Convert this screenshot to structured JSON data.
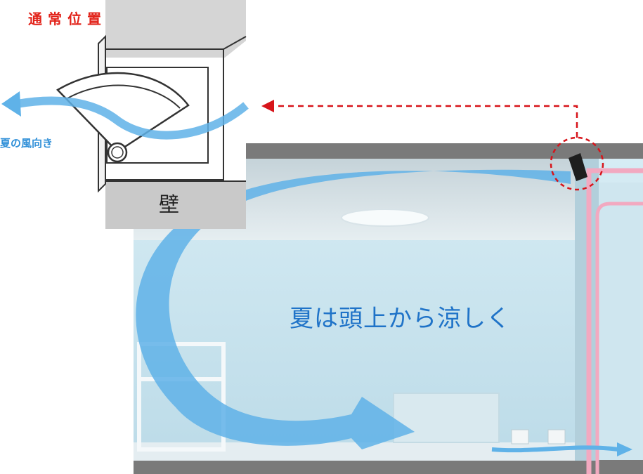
{
  "labels": {
    "normal_position": "通常位置",
    "summer_direction": "夏の風向き",
    "wall": "壁",
    "caption": "夏は頭上から涼しく"
  },
  "colors": {
    "airflow": "#5fb2e8",
    "position_label": "#e2231a",
    "direction_label": "#2f8fd8",
    "caption": "#1f73c8",
    "duct": "#f2a9c0",
    "ceiling": "#7a7a7a",
    "room_wall": "#c9e3ee",
    "inset_frame": "#d5d5d5"
  },
  "icons": {
    "airflow": "curved-arrow",
    "callout": "dashed-arrow",
    "vent": "louver-icon",
    "highlight": "dashed-circle"
  }
}
